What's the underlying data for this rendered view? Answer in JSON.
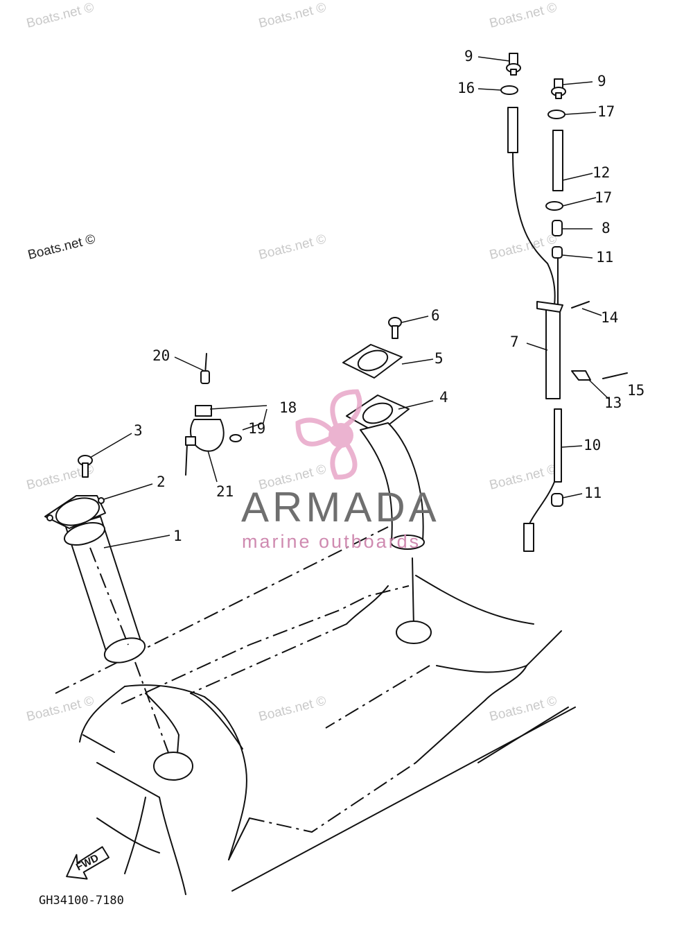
{
  "watermarks": {
    "text": "Boats.net ©",
    "prominent_text": "Boats.net ©"
  },
  "logo": {
    "name": "ARMADA",
    "tagline": "marine outboards",
    "color_primary": "#6f6f6f",
    "color_accent": "#e8a6c8"
  },
  "diagram": {
    "part_code": "GH34100-7180",
    "direction_label": "FWD",
    "callouts": [
      "1",
      "2",
      "3",
      "4",
      "5",
      "6",
      "7",
      "8",
      "9",
      "9",
      "10",
      "11",
      "11",
      "12",
      "13",
      "14",
      "15",
      "16",
      "17",
      "17",
      "18",
      "19",
      "20",
      "21"
    ]
  }
}
